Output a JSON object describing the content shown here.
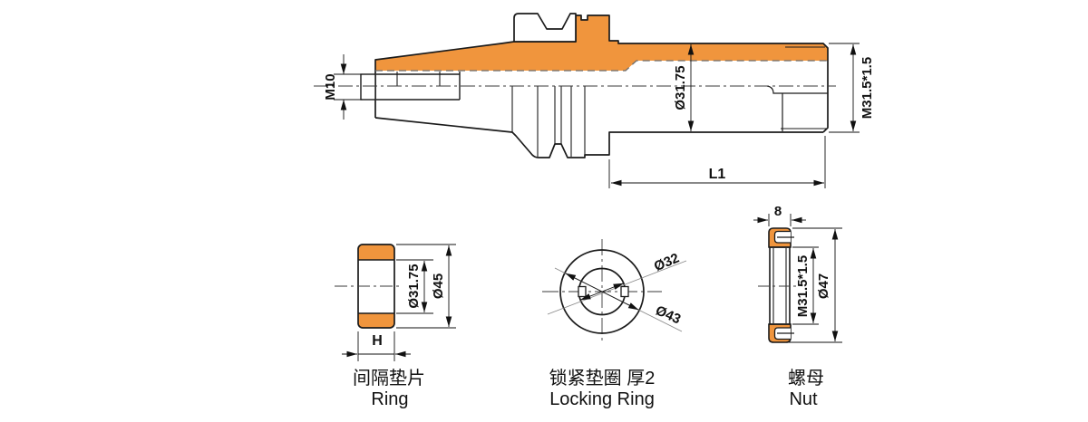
{
  "drawing_title": "tool-holder-arbor-technical-drawing",
  "colors": {
    "orange": "#F0953D",
    "line": "#1b1b1b",
    "hidden_dash": "#6e6e6e"
  },
  "main_view": {
    "dim_stud_thread": "M10",
    "dim_body_diameter": "Ø31.75",
    "dim_nose_thread": "M31.5*1.5",
    "dim_gauge_length": "L1"
  },
  "ring_view": {
    "dim_inner": "Ø31.75",
    "dim_outer": "Ø45",
    "dim_width": "H",
    "caption_cn": "间隔垫片",
    "caption_en": "Ring"
  },
  "locking_ring_view": {
    "dim_inner": "Ø32",
    "dim_outer": "Ø43",
    "caption_cn": "锁紧垫圈 厚2",
    "caption_en": "Locking Ring"
  },
  "nut_view": {
    "dim_width": "8",
    "dim_thread": "M31.5*1.5",
    "dim_outer": "Ø47",
    "caption_cn": "螺母",
    "caption_en": "Nut"
  }
}
